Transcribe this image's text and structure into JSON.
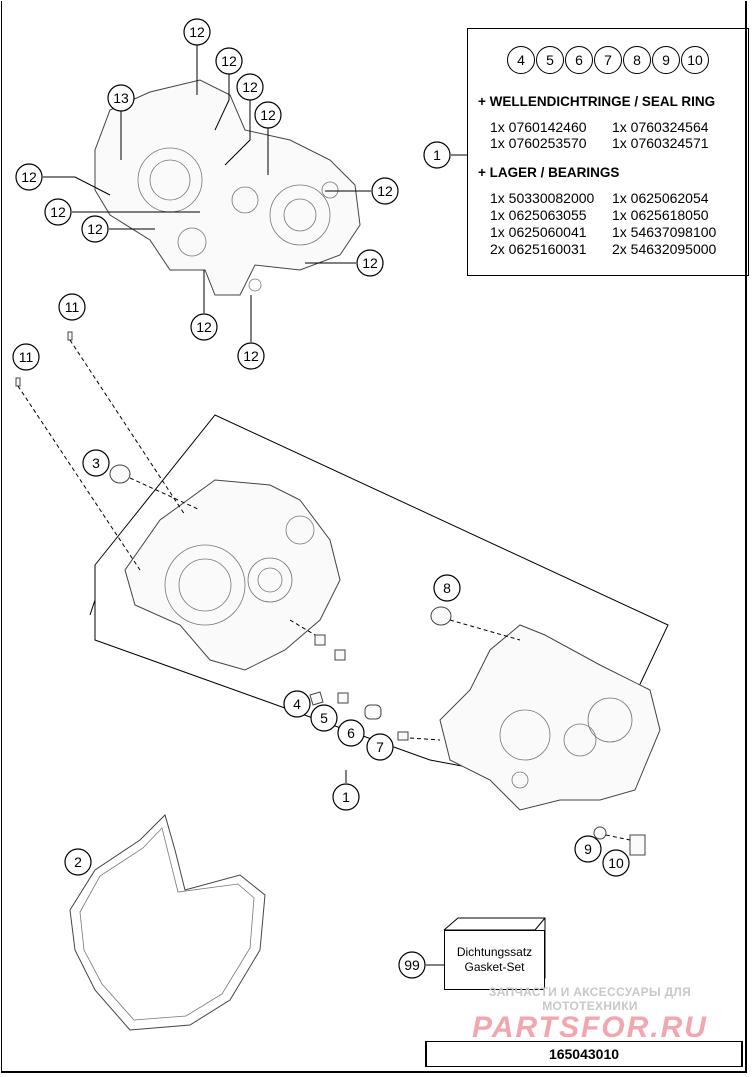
{
  "infobox": {
    "callout_label": "1",
    "included_items": [
      "4",
      "5",
      "6",
      "7",
      "8",
      "9",
      "10"
    ],
    "seal_ring_heading": "+ WELLENDICHTRINGE / SEAL RING",
    "seal_rings": [
      "1x 0760142460",
      "1x 0760324564",
      "1x 0760253570",
      "1x 0760324571"
    ],
    "bearings_heading": "+ LAGER / BEARINGS",
    "bearings": [
      "1x 50330082000",
      "1x 0625062054",
      "1x 0625063055",
      "1x 0625618050",
      "1x 0625060041",
      "1x 54637098100",
      "2x 0625160031",
      "2x 54632095000"
    ]
  },
  "callouts": {
    "c12": "12",
    "c13": "13",
    "c11": "11",
    "c3": "3",
    "c8": "8",
    "c4": "4",
    "c5": "5",
    "c6": "6",
    "c7": "7",
    "c1": "1",
    "c9": "9",
    "c10": "10",
    "c2": "2",
    "c99": "99"
  },
  "gasket_kit": {
    "line1": "Dichtungssatz",
    "line2": "Gasket-Set"
  },
  "watermark": {
    "tagline": "ЗАПЧАСТИ И АКСЕССУАРЫ ДЛЯ МОТОТЕХНИКИ",
    "logo": "PARTSFOR.RU"
  },
  "part_number": "165043010"
}
